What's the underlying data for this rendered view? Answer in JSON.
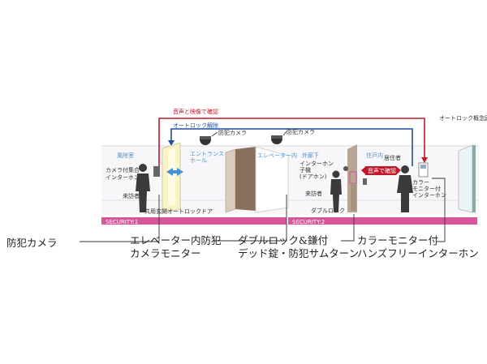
{
  "diagram": {
    "title": "オートロック概念図",
    "flow": {
      "voice_video": "音声と映像で確認",
      "autolock_release": "オートロック解除",
      "voice_confirm": "音声で確認"
    },
    "zones": {
      "windbreak": "風除室",
      "entrance_hall": "エントランス\nホール",
      "elevator_interior": "エレベーター内",
      "outer_corridor": "外廊下",
      "dwelling": "住戸内"
    },
    "devices": {
      "security_camera_1": "防犯カメラ",
      "security_camera_2": "防犯カメラ",
      "panel_intercom": "カメラ付集合\nインターホン",
      "shared_autolock_door": "共用玄関オートロックドア",
      "intercom_child": "インターホン\n子機\n(ドアホン)",
      "double_lock": "ダブルロック",
      "color_monitor": "カラー\nモニター付\nインターホン"
    },
    "people": {
      "visitor_1": "来訪者",
      "visitor_2": "来訪者",
      "resident": "居住者"
    },
    "security_bands": [
      "SECURITY:1",
      "SECURITY:2"
    ]
  },
  "captions": {
    "security_camera": "防犯カメラ",
    "elevator_monitor": "エレベーター内防犯\nカメラモニター",
    "double_lock": "ダブルロック&鎌付\nデッド錠・防犯サムターン",
    "color_monitor": "カラーモニター付\nハンズフリーインターホン"
  },
  "colors": {
    "flow_red": "#c0182a",
    "flow_blue": "#1f4f9e",
    "security_band": "#d9559a",
    "zone_label_blue": "#4a8fd0",
    "door_brown": "#8a6f5d",
    "glass_yellow": "#fbf3c8"
  }
}
